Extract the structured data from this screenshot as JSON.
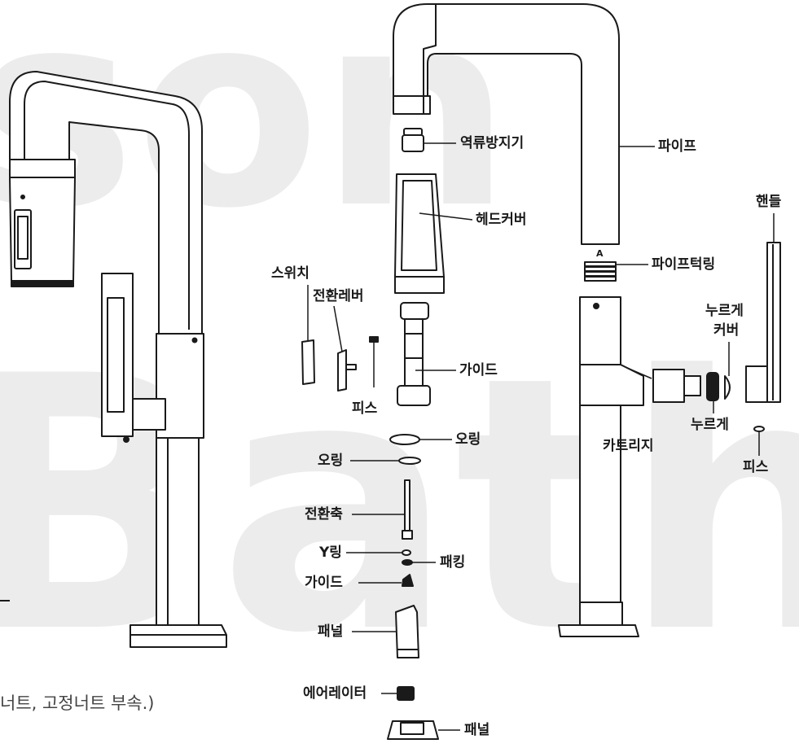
{
  "colors": {
    "watermark": "#ececec",
    "line": "#1a1a1a",
    "fill": "#ffffff",
    "text": "#1a1a1a"
  },
  "watermark": {
    "line1": "son",
    "line2": "Bath"
  },
  "labels": {
    "check_valve": "역류방지기",
    "pipe": "파이프",
    "head_cover": "헤드커버",
    "handle": "핸들",
    "pipe_tick_ring": "파이프턱링",
    "switch": "스위치",
    "switch_lever": "전환레버",
    "push_cover_line1": "누르게",
    "push_cover_line2": "커버",
    "guide_upper": "가이드",
    "screw_left": "피스",
    "push": "누르게",
    "o_ring_upper": "오링",
    "cartridge": "카트리지",
    "o_ring_lower": "오링",
    "screw_right": "피스",
    "switch_shaft": "전환축",
    "y_ring": "Y링",
    "packing": "패킹",
    "guide_lower": "가이드",
    "panel_upper": "패널",
    "aerator": "에어레이터",
    "panel_lower": "패널"
  },
  "caption": "너트, 고정너트 부속.)"
}
